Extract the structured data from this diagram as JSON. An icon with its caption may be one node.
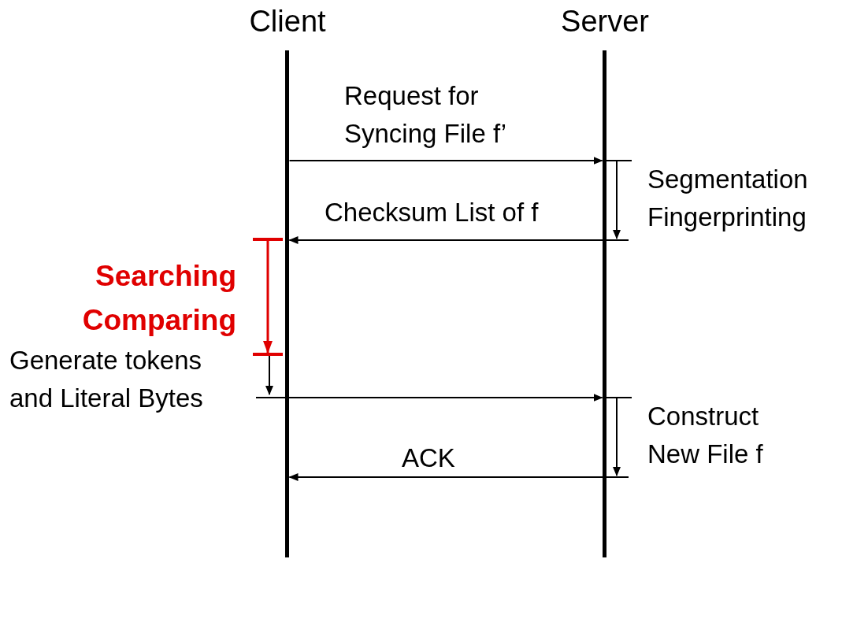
{
  "diagram": {
    "nodes": [
      {
        "text": [
          "Client"
        ]
      },
      {
        "text": [
          "Server"
        ]
      }
    ],
    "edges": [
      {
        "from": 0,
        "to": 1,
        "arrow": "to",
        "label": "Request for Syncing File f’"
      },
      {
        "from": 1,
        "to": 0,
        "arrow": "to",
        "label": "Checksum List of f"
      },
      {
        "from": 0,
        "to": 1,
        "arrow": "to"
      },
      {
        "from": 1,
        "to": 0,
        "arrow": "to",
        "label": "ACK"
      }
    ],
    "labels": [
      "Segmentation Fingerprinting",
      "Searching Comparing",
      "Generate tokens and Literal Bytes",
      "Construct New File f"
    ]
  }
}
